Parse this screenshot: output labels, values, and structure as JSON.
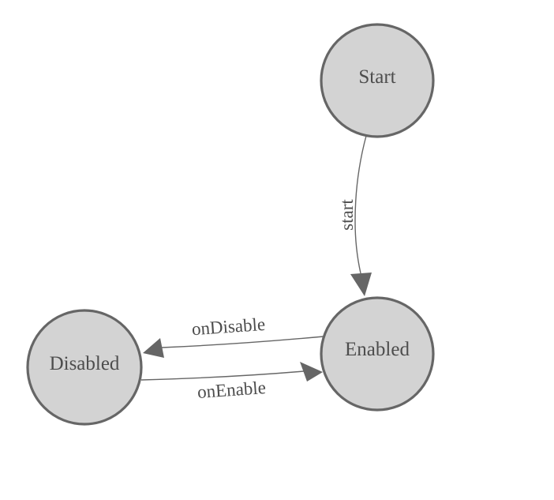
{
  "diagram": {
    "type": "state-machine",
    "colors": {
      "background": "#ffffff",
      "node_fill": "#d3d3d3",
      "node_stroke": "#666666",
      "edge_stroke": "#666666",
      "arrow_fill": "#666666",
      "label_text": "#4d4d4d"
    },
    "nodes": [
      {
        "id": "start",
        "label": "Start"
      },
      {
        "id": "enabled",
        "label": "Enabled"
      },
      {
        "id": "disabled",
        "label": "Disabled"
      }
    ],
    "edges": [
      {
        "from": "Start",
        "to": "Enabled",
        "label": "start"
      },
      {
        "from": "Enabled",
        "to": "Disabled",
        "label": "onDisable"
      },
      {
        "from": "Disabled",
        "to": "Enabled",
        "label": "onEnable"
      }
    ]
  }
}
